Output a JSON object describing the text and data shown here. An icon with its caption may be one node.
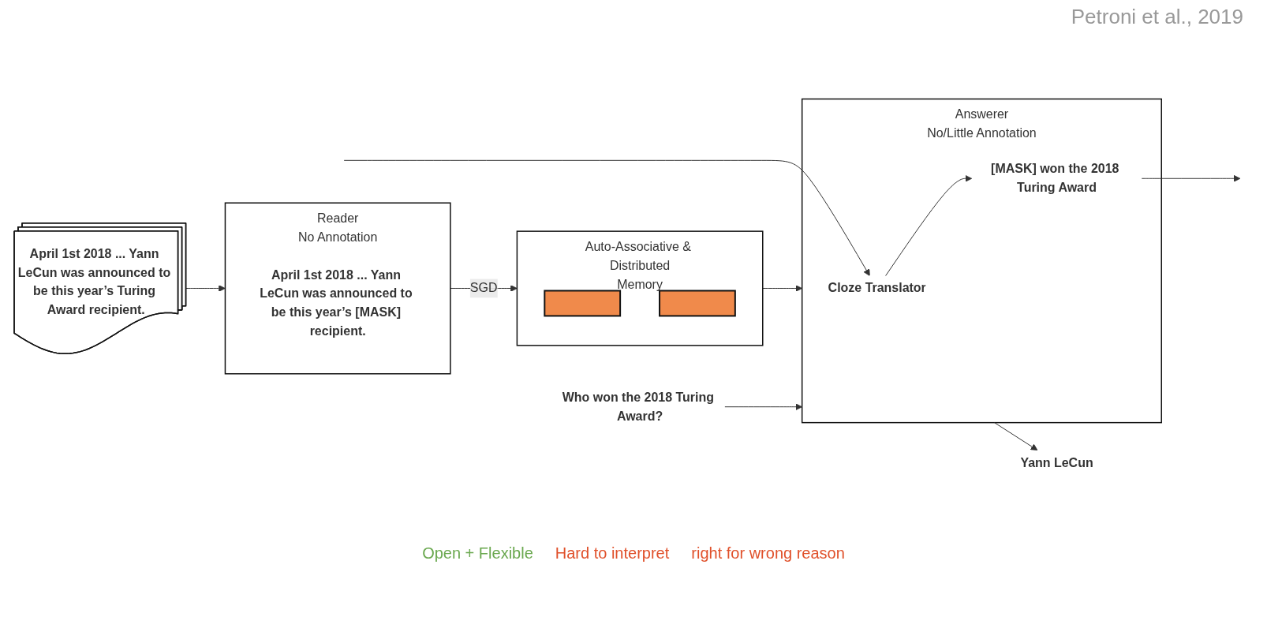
{
  "diagram": {
    "nodes": [
      {
        "text": [
          "April 1st 2018 ... Yann LeCun was announced to be this year’s Turing Award recipient."
        ]
      },
      {
        "text": [
          "Reader",
          "No Annotation"
        ]
      },
      {
        "text": [
          "April 1st 2018 ... Yann LeCun was announced to be this year’s [MASK] recipient."
        ],
        "in": 1
      },
      {
        "text": [
          "Auto-Associative & Distributed",
          "Memory"
        ],
        "beside": [
          "Open + Flexible",
          "Hard to interpret",
          "right for wrong reason"
        ]
      },
      {
        "text": [],
        "shape": "box",
        "in": 3
      },
      {
        "text": [],
        "shape": "box",
        "in": 3
      },
      {
        "text": [
          "Who won the 2018 Turing Award?"
        ]
      },
      {
        "text": [
          "Answerer",
          "No/Little Annotation"
        ]
      },
      {
        "text": [
          "Cloze Translator"
        ],
        "in": 7
      },
      {
        "text": [
          "[MASK] won the 2018 Turing Award"
        ],
        "in": 7
      },
      {
        "text": [
          "Yann LeCun"
        ]
      }
    ],
    "edges": [
      {
        "from": 0,
        "to": 1,
        "arrow": "to"
      },
      {
        "from": 1,
        "to": 3,
        "arrow": "to",
        "label": "SGD"
      },
      {
        "from": 3,
        "to": 7,
        "arrow": "to"
      },
      {
        "from": 6,
        "to": 7,
        "arrow": "to"
      },
      {
        "from": null,
        "to": 8,
        "arrow": "to"
      },
      {
        "from": 8,
        "to": 9,
        "arrow": "to"
      },
      {
        "from": 9,
        "to": null,
        "arrow": "to"
      },
      {
        "from": 7,
        "to": 10,
        "arrow": "to"
      }
    ],
    "labels": [
      "Petroni et al., 2019"
    ]
  }
}
